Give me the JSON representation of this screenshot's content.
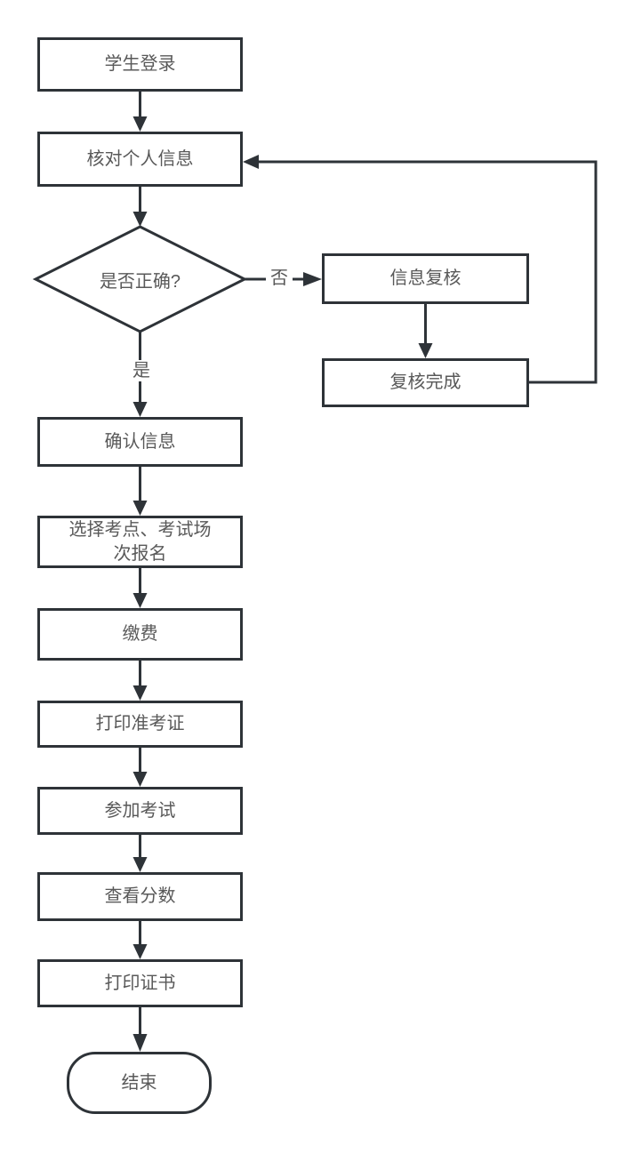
{
  "colors": {
    "stroke": "#2e3338",
    "node_text": "#595959",
    "background": "#ffffff"
  },
  "diagram": {
    "type": "flowchart",
    "title": "",
    "nodes": [
      {
        "id": "student-login",
        "shape": "rect",
        "label": "学生登录"
      },
      {
        "id": "verify-personal-info",
        "shape": "rect",
        "label": "核对个人信息"
      },
      {
        "id": "is-correct",
        "shape": "diamond",
        "label": "是否正确?"
      },
      {
        "id": "info-review",
        "shape": "rect",
        "label": "信息复核"
      },
      {
        "id": "review-complete",
        "shape": "rect",
        "label": "复核完成"
      },
      {
        "id": "confirm-info",
        "shape": "rect",
        "label": "确认信息"
      },
      {
        "id": "select-site-session",
        "shape": "rect",
        "label": "选择考点、考试场次报名"
      },
      {
        "id": "pay-fee",
        "shape": "rect",
        "label": "缴费"
      },
      {
        "id": "print-admission-ticket",
        "shape": "rect",
        "label": "打印准考证"
      },
      {
        "id": "take-exam",
        "shape": "rect",
        "label": "参加考试"
      },
      {
        "id": "view-score",
        "shape": "rect",
        "label": "查看分数"
      },
      {
        "id": "print-certificate",
        "shape": "rect",
        "label": "打印证书"
      },
      {
        "id": "end",
        "shape": "stadium",
        "label": "结束"
      }
    ],
    "edges": [
      {
        "from": "student-login",
        "to": "verify-personal-info",
        "label": ""
      },
      {
        "from": "verify-personal-info",
        "to": "is-correct",
        "label": ""
      },
      {
        "from": "is-correct",
        "to": "info-review",
        "label": "否"
      },
      {
        "from": "is-correct",
        "to": "confirm-info",
        "label": "是"
      },
      {
        "from": "info-review",
        "to": "review-complete",
        "label": ""
      },
      {
        "from": "review-complete",
        "to": "verify-personal-info",
        "label": ""
      },
      {
        "from": "confirm-info",
        "to": "select-site-session",
        "label": ""
      },
      {
        "from": "select-site-session",
        "to": "pay-fee",
        "label": ""
      },
      {
        "from": "pay-fee",
        "to": "print-admission-ticket",
        "label": ""
      },
      {
        "from": "print-admission-ticket",
        "to": "take-exam",
        "label": ""
      },
      {
        "from": "take-exam",
        "to": "view-score",
        "label": ""
      },
      {
        "from": "view-score",
        "to": "print-certificate",
        "label": ""
      },
      {
        "from": "print-certificate",
        "to": "end",
        "label": ""
      }
    ]
  }
}
